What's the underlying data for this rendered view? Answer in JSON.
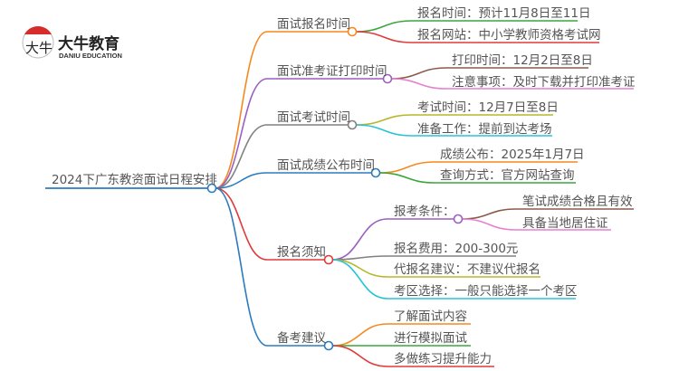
{
  "logo": {
    "mark": "大牛",
    "name": "大牛教育",
    "subtitle": "DANIU EDUCATION"
  },
  "root": "2024下广东教资面试日程安排",
  "branches": [
    {
      "label": "面试报名时间",
      "children": [
        "报名时间：预计11月8日至11日",
        "报名网站：中小学教师资格考试网"
      ]
    },
    {
      "label": "面试准考证打印时间",
      "children": [
        "打印时间：12月2日至8日",
        "注意事项：及时下载并打印准考证"
      ]
    },
    {
      "label": "面试考试时间",
      "children": [
        "考试时间：12月7日至8日",
        "准备工作：提前到达考场"
      ]
    },
    {
      "label": "面试成绩公布时间",
      "children": [
        "成绩公布：2025年1月7日",
        "查询方式：官方网站查询"
      ]
    },
    {
      "label": "报名须知",
      "children": [
        "报考条件：",
        "报名费用：200-300元",
        "代报名建议：不建议代报名",
        "考区选择：一般只能选择一个考区"
      ],
      "sub": [
        "笔试成绩合格且有效",
        "具备当地居住证"
      ]
    },
    {
      "label": "备考建议",
      "children": [
        "了解面试内容",
        "进行模拟面试",
        "多做练习提升能力"
      ]
    }
  ],
  "colors": {
    "orange": "#f5891f",
    "purple": "#9b5fc0",
    "gray": "#808080",
    "blue": "#2b7bbf",
    "red": "#e03a3a",
    "green": "#3aa63a",
    "brown": "#8b5a4a",
    "pink": "#e77fcf",
    "olive": "#b5b82a",
    "cyan": "#26c3d8"
  }
}
